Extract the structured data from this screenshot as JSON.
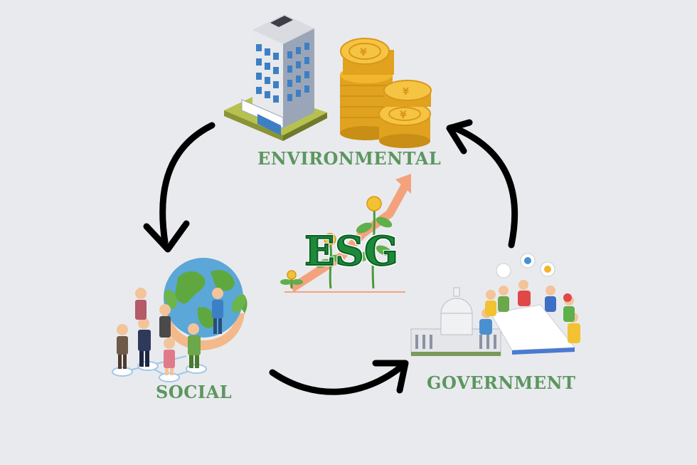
{
  "center": {
    "label": "ESG"
  },
  "nodes": {
    "environmental": {
      "label": "ENVIRONMENTAL"
    },
    "social": {
      "label": "SOCIAL"
    },
    "government": {
      "label": "GOVERNMENT"
    }
  },
  "colors": {
    "background": "#e9eaee",
    "label_green": "#5c9660",
    "esg_green": "#1c8a3a",
    "arrow": "#000000",
    "coin_gold": "#f2b52c",
    "growth_arrow": "#f4a27d"
  },
  "icons": {
    "environmental": [
      "office-building-icon",
      "coin-stack-icon"
    ],
    "social": [
      "globe-in-hands-icon",
      "people-network-icon"
    ],
    "government": [
      "capitol-building-icon",
      "meeting-table-icon"
    ],
    "center": [
      "growth-arrow-icon",
      "coin-plant-icon"
    ]
  }
}
